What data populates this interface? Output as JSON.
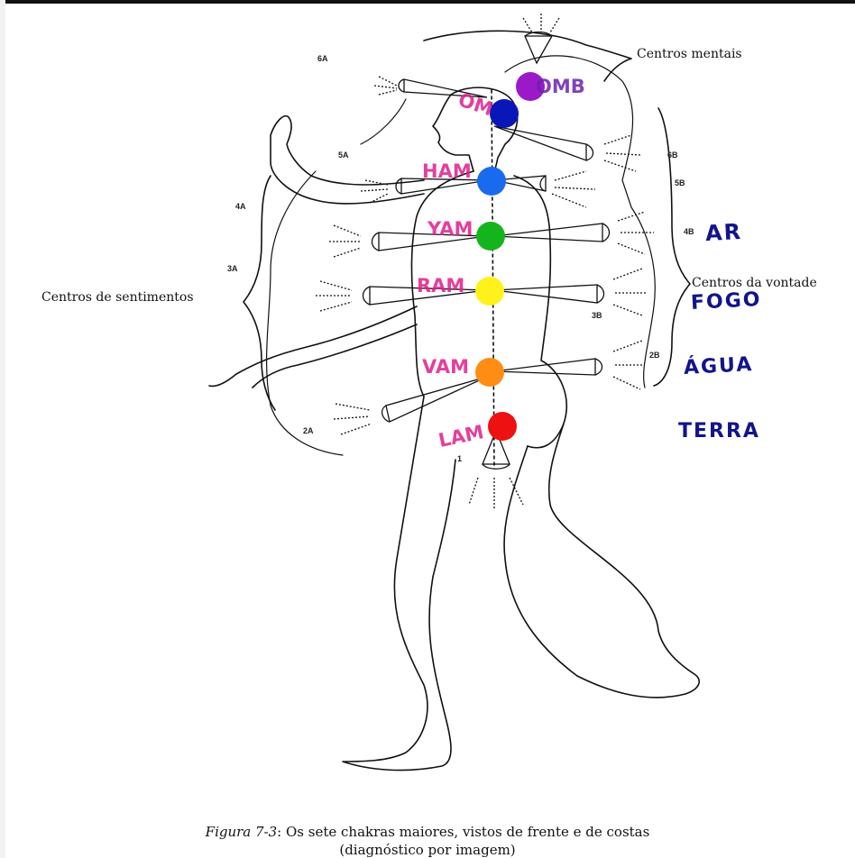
{
  "labels": {
    "l6A": "6A",
    "l5A": "5A",
    "l4A": "4A",
    "l3A": "3A",
    "l2A": "2A",
    "l1": "1",
    "l6B": "6B",
    "l5B": "5B",
    "l4B": "4B",
    "l3B": "3B",
    "l2B": "2B"
  },
  "groups": {
    "mental": "Centros mentais",
    "will": "Centros da vontade",
    "feeling": "Centros de sentimentos"
  },
  "elements": {
    "air": "AR",
    "fire": "FOGO",
    "water": "ÁGUA",
    "earth": "TERRA"
  },
  "mantras": {
    "crown": "OMB",
    "brow": "OM",
    "throat": "HAM",
    "heart": "YAM",
    "solar": "RAM",
    "sacral": "VAM",
    "root": "LAM"
  },
  "chakra_colors": {
    "crown": "#9b19c9",
    "brow": "#0a17b8",
    "throat": "#1a6af0",
    "heart": "#14b51c",
    "solar": "#fff21a",
    "sacral": "#ff8c14",
    "root": "#ee1111"
  },
  "caption": {
    "prefix": "Figura 7-3",
    "text": ": Os sete chakras maiores, vistos de frente e de costas",
    "line2": "(diagnóstico por imagem)"
  }
}
